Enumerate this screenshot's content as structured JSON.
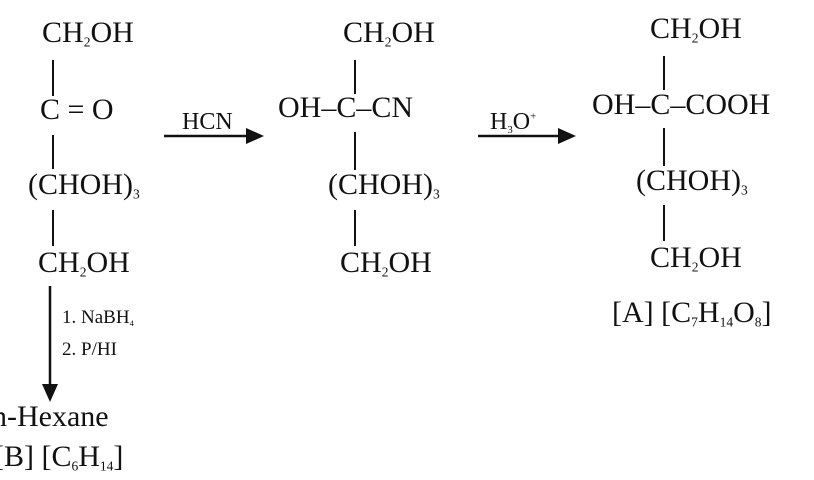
{
  "compound_1": {
    "top": "CH",
    "top_sub": "2",
    "top_end": "OH",
    "carbonyl": "C = O",
    "chain": "(CHOH)",
    "chain_sub": "3",
    "bottom": "CH",
    "bottom_sub": "2",
    "bottom_end": "OH"
  },
  "reagent_hcn": "HCN",
  "compound_2": {
    "top": "CH",
    "top_sub": "2",
    "top_end": "OH",
    "center": "OH–C–CN",
    "chain": "(CHOH)",
    "chain_sub": "3",
    "bottom": "CH",
    "bottom_sub": "2",
    "bottom_end": "OH"
  },
  "reagent_h3o": {
    "h": "H",
    "sub": "3",
    "o": "O",
    "sup": "+"
  },
  "compound_3": {
    "top": "CH",
    "top_sub": "2",
    "top_end": "OH",
    "center": "OH–C–COOH",
    "chain": "(CHOH)",
    "chain_sub": "3",
    "bottom": "CH",
    "bottom_sub": "2",
    "bottom_end": "OH",
    "label": "[A]",
    "formula": {
      "open": "[C",
      "c_sub": "7",
      "h": "H",
      "h_sub": "14",
      "o": "O",
      "o_sub": "8",
      "close": "]"
    }
  },
  "reduction": {
    "step1": "1. NaBH",
    "step1_sub": "4",
    "step2": "2. P/HI"
  },
  "product_b": {
    "name": "n-Hexane",
    "label": "[B]",
    "formula": {
      "open": "[C",
      "c_sub": "6",
      "h": "H",
      "h_sub": "14",
      "close": "]"
    }
  },
  "colors": {
    "ink": "#111111",
    "background": "#ffffff"
  }
}
